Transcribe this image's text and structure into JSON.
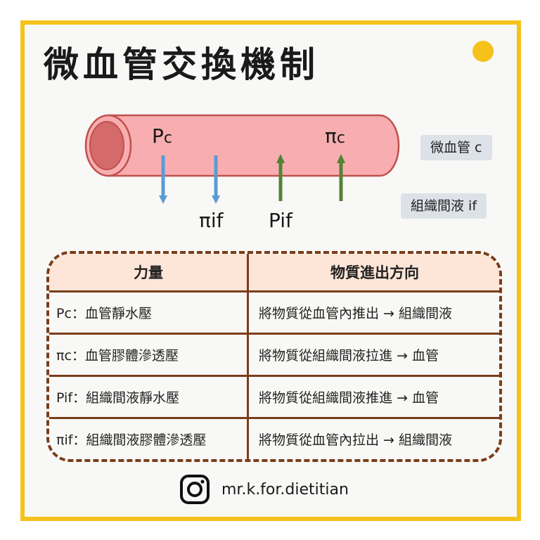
{
  "title": "微血管交換機制",
  "colors": {
    "frame": "#f5c21b",
    "vessel": "#f8aeb0",
    "vessel_edge": "#c0504d",
    "arrow_out": "#5b9bd5",
    "arrow_in": "#548235",
    "table_border": "#7a3d1a",
    "table_header": "#fde6d7"
  },
  "diagram": {
    "pc_main": "P",
    "pc_sub": "c",
    "pic_main": "π",
    "pic_sub": "c",
    "piif_label": "πif",
    "pif_label": "Pif",
    "tag_capillary": "微血管 c",
    "tag_interstitial": "組織間液 if"
  },
  "table": {
    "headers": [
      "力量",
      "物質進出方向"
    ],
    "rows": [
      {
        "force": "Pc：血管靜水壓",
        "direction": "將物質從血管內推出 → 組織間液"
      },
      {
        "force": "πc：血管膠體滲透壓",
        "direction": "將物質從組織間液拉進 → 血管"
      },
      {
        "force": "Pif：組織間液靜水壓",
        "direction": "將物質從組織間液推進 → 血管"
      },
      {
        "force": "πif：組織間液膠體滲透壓",
        "direction": "將物質從血管內拉出 → 組織間液"
      }
    ]
  },
  "footer": {
    "icon": "instagram-icon",
    "handle": "mr.k.for.dietitian"
  }
}
